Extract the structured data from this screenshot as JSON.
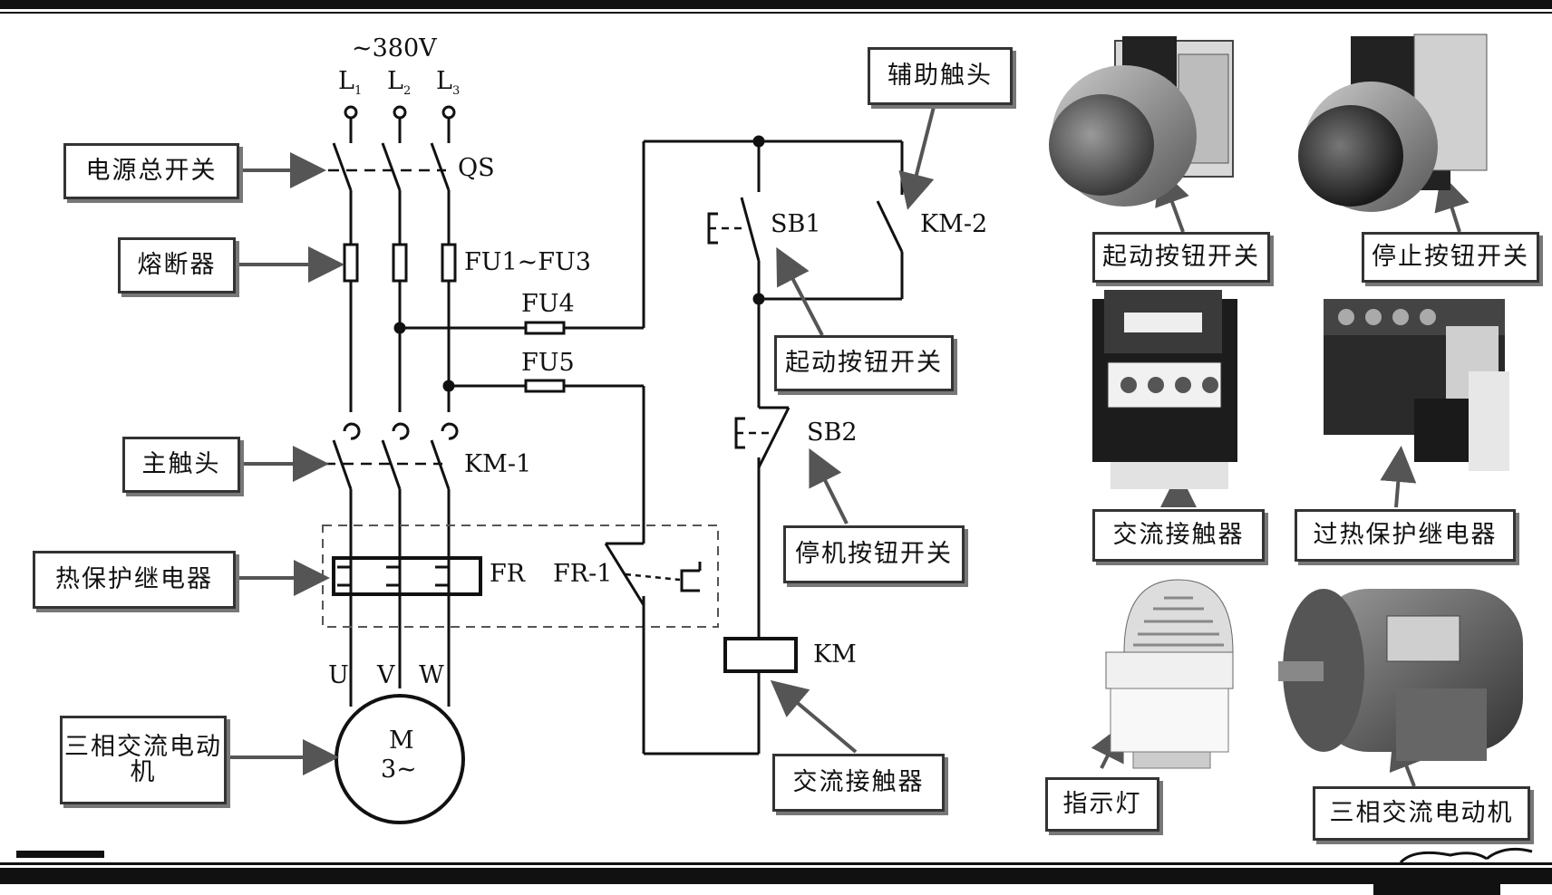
{
  "supply": {
    "voltage": "~380V",
    "phases": [
      "L",
      "L",
      "L"
    ],
    "phase_subs": [
      "1",
      "2",
      "3"
    ]
  },
  "symbols": {
    "qs": "QS",
    "fu13": "FU1~FU3",
    "fu4": "FU4",
    "fu5": "FU5",
    "km1": "KM-1",
    "fr": "FR",
    "fr1": "FR-1",
    "sb1": "SB1",
    "sb2": "SB2",
    "km2": "KM-2",
    "km": "KM",
    "u": "U",
    "v": "V",
    "w": "W",
    "motor_m": "M",
    "motor_3": "3~"
  },
  "callouts": {
    "power_switch": "电源总开关",
    "fuse": "熔断器",
    "main_contact": "主触头",
    "thermal_relay": "热保护继电器",
    "motor": "三相交流电动机",
    "aux_contact": "辅助触头",
    "start_button": "起动按钮开关",
    "stop_button": "停机按钮开关",
    "contactor": "交流接触器"
  },
  "photos": {
    "start_button": "起动按钮开关",
    "stop_button": "停止按钮开关",
    "contactor": "交流接触器",
    "overload_relay": "过热保护继电器",
    "indicator": "指示灯",
    "motor": "三相交流电动机"
  }
}
